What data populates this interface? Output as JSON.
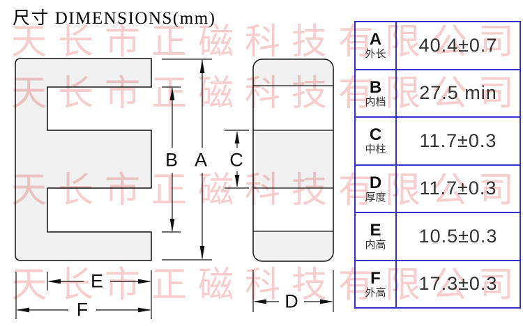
{
  "title": "尺寸 DIMENSIONS(mm)",
  "watermark": {
    "text": "天长市正磁科技有限公司"
  },
  "colors": {
    "watermark_pink": "#f7cdcd",
    "table_border": "#3333cc",
    "shape_fill": "#f1f1f1",
    "drawing_line": "#111111"
  },
  "dim_labels": {
    "a": "A",
    "b": "B",
    "c": "C",
    "d": "D",
    "e": "E",
    "f": "F"
  },
  "table": {
    "rows": [
      {
        "letter": "A",
        "name_cn": "外长",
        "value": "40.4±0.7"
      },
      {
        "letter": "B",
        "name_cn": "内档",
        "value": "27.5 min"
      },
      {
        "letter": "C",
        "name_cn": "中柱",
        "value": "11.7±0.3"
      },
      {
        "letter": "D",
        "name_cn": "厚度",
        "value": "11.7±0.3"
      },
      {
        "letter": "E",
        "name_cn": "内高",
        "value": "10.5±0.3"
      },
      {
        "letter": "F",
        "name_cn": "外高",
        "value": "17.3±0.3"
      }
    ]
  }
}
